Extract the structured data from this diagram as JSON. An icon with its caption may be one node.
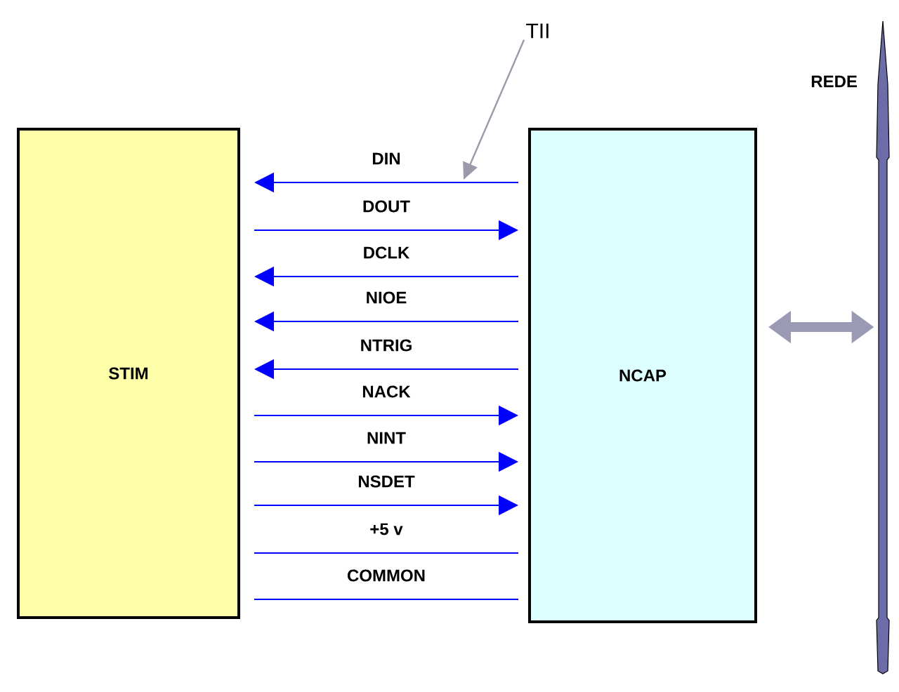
{
  "diagram": {
    "nodes": [
      {
        "text": [
          "STIM"
        ]
      },
      {
        "text": [
          "NCAP"
        ]
      },
      {
        "text": [
          "REDE"
        ]
      },
      {
        "text": [
          "TII"
        ]
      }
    ],
    "edges": [
      {
        "from": 1,
        "to": 0,
        "arrow": "to",
        "label": "DIN"
      },
      {
        "from": 0,
        "to": 1,
        "arrow": "to",
        "label": "DOUT"
      },
      {
        "from": 1,
        "to": 0,
        "arrow": "to",
        "label": "DCLK"
      },
      {
        "from": 1,
        "to": 0,
        "arrow": "to",
        "label": "NIOE"
      },
      {
        "from": 1,
        "to": 0,
        "arrow": "to",
        "label": "NTRIG"
      },
      {
        "from": 0,
        "to": 1,
        "arrow": "to",
        "label": "NACK"
      },
      {
        "from": 0,
        "to": 1,
        "arrow": "to",
        "label": "NINT"
      },
      {
        "from": 0,
        "to": 1,
        "arrow": "to",
        "label": "NSDET"
      },
      {
        "from": 0,
        "to": 1,
        "arrow": "none",
        "label": "+5 v"
      },
      {
        "from": 0,
        "to": 1,
        "arrow": "none",
        "label": "COMMON"
      },
      {
        "from": 1,
        "to": 2,
        "arrow": "both",
        "style": "thick",
        "color": "#9a9ab4"
      },
      {
        "from": 3,
        "to": null,
        "arrow": "to",
        "color": "#9a9aa8"
      }
    ]
  }
}
